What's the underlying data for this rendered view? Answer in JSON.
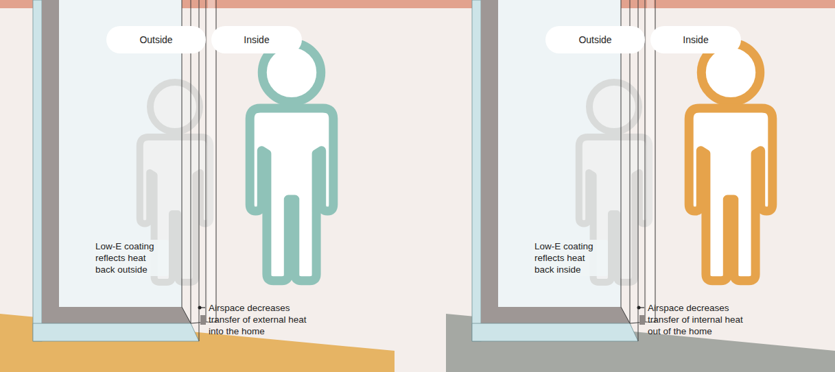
{
  "diagram": {
    "nodes": [
      {
        "text": [
          "Outside"
        ]
      },
      {
        "text": [
          "Inside"
        ]
      },
      {
        "text": [
          "Outside"
        ]
      },
      {
        "text": [
          "Inside"
        ]
      }
    ],
    "labels": [
      "Low-E coating reflects heat back outside",
      "Airspace decreases transfer of external heat into the home",
      "Low-E coating reflects heat back inside",
      "Airspace decreases transfer of internal heat out of the home"
    ]
  }
}
